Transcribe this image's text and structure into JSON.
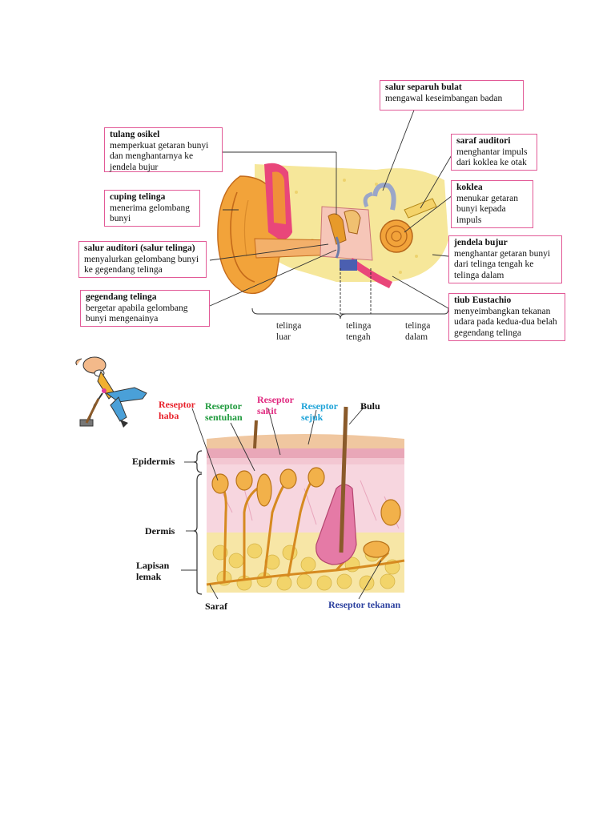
{
  "ear": {
    "labels": [
      {
        "title": "salur separuh bulat",
        "desc": "mengawal keseimbangan badan"
      },
      {
        "title": "tulang osikel",
        "desc": "memperkuat getaran bunyi dan menghantarnya ke jendela bujur"
      },
      {
        "title": "saraf auditori",
        "desc": "menghantar impuls dari koklea ke otak"
      },
      {
        "title": "cuping telinga",
        "desc": "menerima gelombang bunyi"
      },
      {
        "title": "koklea",
        "desc": "menukar getaran bunyi kepada impuls"
      },
      {
        "title": "salur auditori (salur telinga)",
        "desc": "menyalurkan gelombang bunyi ke gegendang telinga"
      },
      {
        "title": "jendela bujur",
        "desc": "menghantar getaran bunyi dari telinga tengah ke telinga dalam"
      },
      {
        "title": "gegendang telinga",
        "desc": "bergetar apabila gelombang bunyi mengenainya"
      },
      {
        "title": "tiub Eustachio",
        "desc": "menyeimbangkan tekanan udara pada kedua-dua belah gegendang telinga"
      }
    ],
    "regions": [
      "telinga luar",
      "telinga tengah",
      "telinga dalam"
    ]
  },
  "skin": {
    "top_labels": [
      {
        "text": "Reseptor haba",
        "color": "#e8202a"
      },
      {
        "text": "Reseptor sentuhan",
        "color": "#1e9a3c"
      },
      {
        "text": "Reseptor sakit",
        "color": "#e0287f"
      },
      {
        "text": "Reseptor sejuk",
        "color": "#1ea3d8"
      },
      {
        "text": "Bulu",
        "color": "#111111"
      }
    ],
    "side_labels": [
      "Epidermis",
      "Dermis",
      "Lapisan lemak"
    ],
    "bottom_labels": [
      {
        "text": "Saraf",
        "color": "#111111"
      },
      {
        "text": "Reseptor tekanan",
        "color": "#2a3f9e"
      }
    ]
  }
}
